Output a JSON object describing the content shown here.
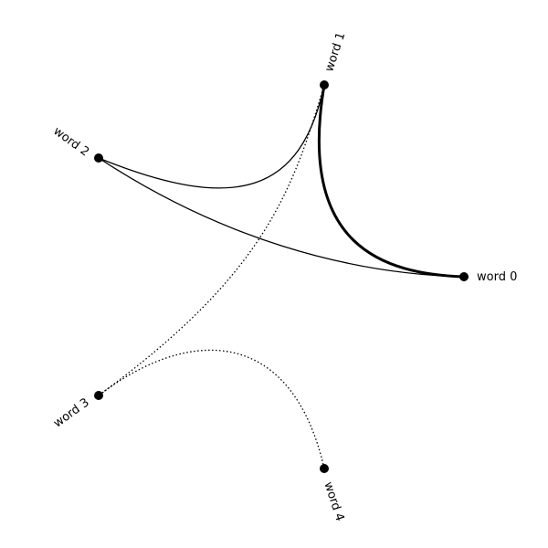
{
  "nodes": [
    {
      "id": 0,
      "label": "word 0"
    },
    {
      "id": 1,
      "label": "word 1"
    },
    {
      "id": 2,
      "label": "word 2"
    },
    {
      "id": 3,
      "label": "word 3"
    },
    {
      "id": 4,
      "label": "word 4"
    }
  ],
  "edges": [
    {
      "source": 0,
      "target": 1,
      "style": "thick-solid"
    },
    {
      "source": 0,
      "target": 2,
      "style": "solid"
    },
    {
      "source": 1,
      "target": 2,
      "style": "solid"
    },
    {
      "source": 1,
      "target": 3,
      "style": "dotted"
    },
    {
      "source": 3,
      "target": 4,
      "style": "dotted"
    }
  ],
  "colors": {
    "node": "#000000",
    "edge": "#000000",
    "background": "#ffffff"
  }
}
